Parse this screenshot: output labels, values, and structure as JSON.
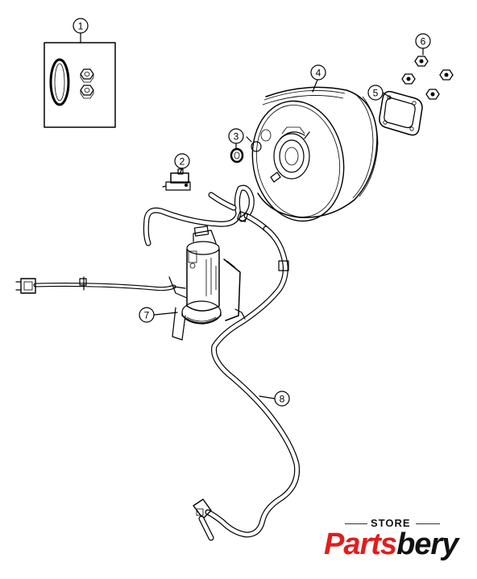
{
  "callouts": [
    "1",
    "2",
    "3",
    "4",
    "5",
    "6",
    "7",
    "8"
  ],
  "logo": {
    "store": "STORE",
    "word_a": "Parts",
    "word_b": "bery",
    "accent_color": "#e11d1d"
  },
  "parts": {
    "kit": "o-ring-and-nuts-kit",
    "sensor": "vacuum-sensor",
    "grommet": "grommet",
    "booster": "brake-booster",
    "gasket": "booster-gasket",
    "nuts": "hex-nuts",
    "pump": "vacuum-pump",
    "hose": "vacuum-hose"
  }
}
